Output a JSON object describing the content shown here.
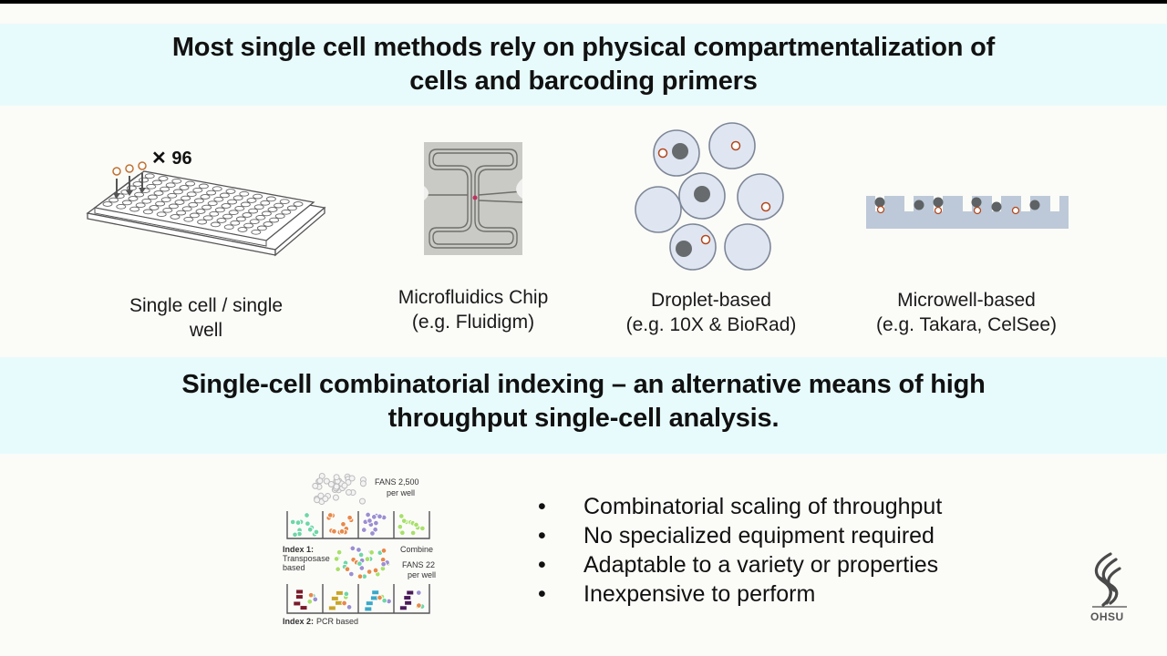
{
  "slide": {
    "title_top": "Most single cell methods rely on physical compartmentalization of cells and barcoding primers",
    "title_top_line1": "Most single cell methods rely on physical compartmentalization of",
    "title_top_line2": "cells and barcoding primers",
    "title_bottom_line1": "Single-cell combinatorial indexing – an alternative means of high",
    "title_bottom_line2": "throughput single-cell analysis.",
    "band_color": "#e8fbfc",
    "background_color": "#fbfbf8"
  },
  "methods": [
    {
      "id": "single-well",
      "line1": "Single cell / single",
      "line2": "well",
      "figure_label": "✕ 96"
    },
    {
      "id": "microfluidics",
      "line1": "Microfluidics Chip",
      "line2": "(e.g. Fluidigm)"
    },
    {
      "id": "droplet",
      "line1": "Droplet-based",
      "line2": "(e.g. 10X & BioRad)"
    },
    {
      "id": "microwell",
      "line1": "Microwell-based",
      "line2": "(e.g. Takara, CelSee)"
    }
  ],
  "sci_figure": {
    "fans_top": "FANS 2,500",
    "fans_top_sub": "per well",
    "index1": "Index 1:",
    "index1_sub1": "Transposase",
    "index1_sub2": "based",
    "combine": "Combine",
    "fans_mid": "FANS 22",
    "fans_mid_sub": "per well",
    "index2": "Index 2:",
    "index2_sub": "PCR based",
    "well_colors": [
      "#6fd6a6",
      "#e8894a",
      "#9c8fd0",
      "#a8e06a"
    ]
  },
  "bullets": [
    "Combinatorial scaling of throughput",
    "No specialized equipment required",
    "Adaptable to a variety or properties",
    "Inexpensive to perform"
  ],
  "bullet_glyph": "•",
  "logo": {
    "text": "OHSU",
    "icon": "ohsu-flame-icon"
  }
}
